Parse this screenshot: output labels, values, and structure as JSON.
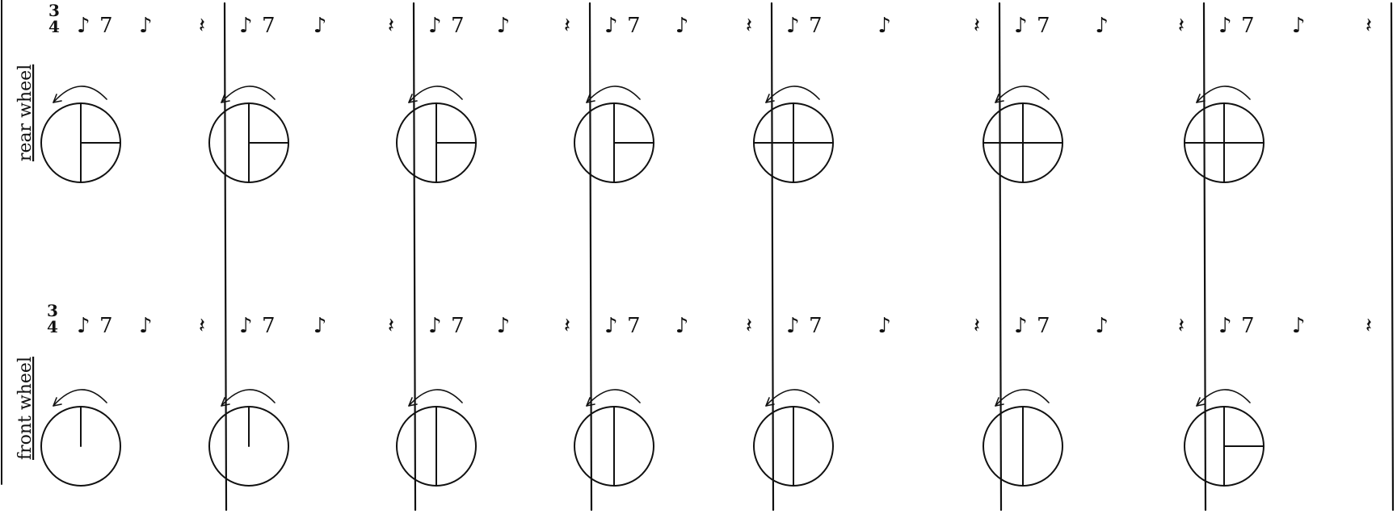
{
  "labels": {
    "rear": "rear wheel",
    "front": "front wheel"
  },
  "time_signature": {
    "top": "3",
    "bottom": "4"
  },
  "glyphs": {
    "note": "♪",
    "rest": "𝄾",
    "quarter_rest": "𝄽"
  },
  "rear_row": [
    {
      "rest": "7",
      "spokes": [
        "up",
        "right",
        "down"
      ]
    },
    {
      "rest": "7",
      "spokes": [
        "up",
        "right",
        "down"
      ]
    },
    {
      "rest": "7",
      "spokes": [
        "up",
        "right",
        "down"
      ]
    },
    {
      "rest": "7",
      "spokes": [
        "up",
        "right",
        "down"
      ]
    },
    {
      "rest": "7",
      "spokes": [
        "up",
        "right",
        "down",
        "left"
      ]
    },
    {
      "rest": "7",
      "spokes": [
        "up",
        "right",
        "down",
        "left"
      ]
    },
    {
      "rest": "7",
      "spokes": [
        "up",
        "right",
        "down",
        "left"
      ]
    }
  ],
  "front_row": [
    {
      "rest": "7",
      "spokes": [
        "up"
      ]
    },
    {
      "rest": "7",
      "spokes": [
        "up"
      ]
    },
    {
      "rest": "7",
      "spokes": [
        "up",
        "down"
      ]
    },
    {
      "rest": "7",
      "spokes": [
        "up",
        "down"
      ]
    },
    {
      "rest": "7",
      "spokes": [
        "up",
        "down"
      ]
    },
    {
      "rest": "7",
      "spokes": [
        "up",
        "down"
      ]
    },
    {
      "rest": "7",
      "spokes": [
        "up",
        "right",
        "down"
      ]
    }
  ]
}
